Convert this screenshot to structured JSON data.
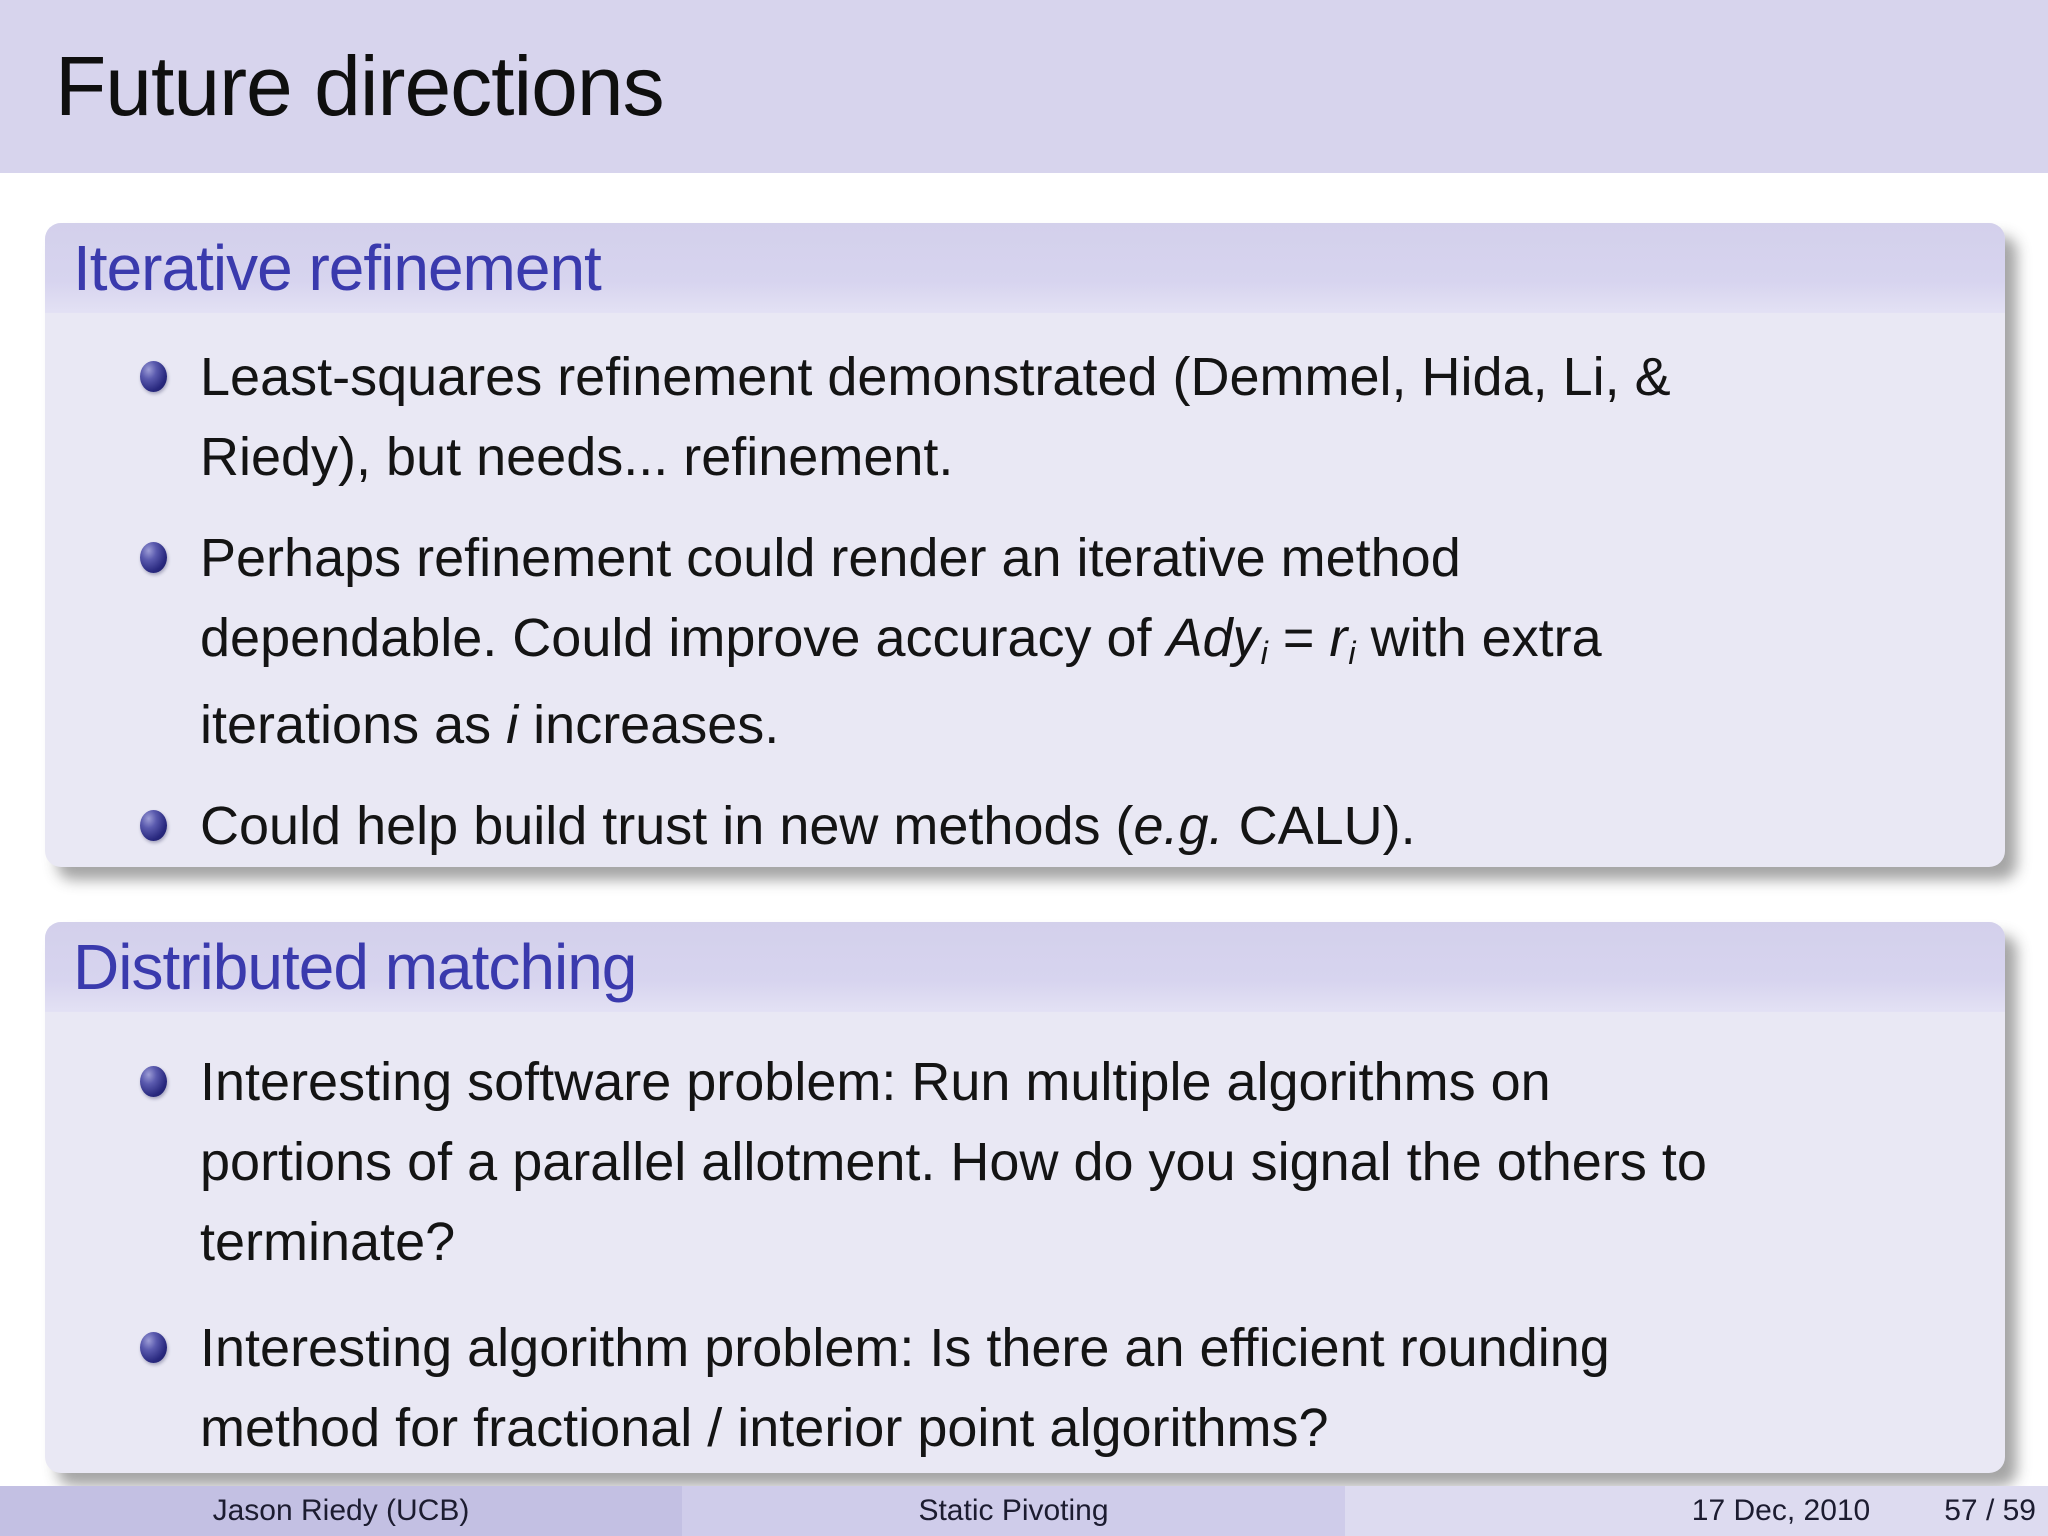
{
  "title": "Future directions",
  "blocks": [
    {
      "title": "Iterative refinement",
      "bullets": [
        {
          "lines": {
            "l1": "Least-squares refinement demonstrated (Demmel, Hida, Li, &",
            "l2": "Riedy), but needs... refinement."
          }
        },
        {
          "lines": {
            "l1": "Perhaps refinement could render an iterative method",
            "l2a": "dependable. Could improve accuracy of ",
            "l2m1": "Ady",
            "l2s1": "i",
            "l2b": " = ",
            "l2m2": "r",
            "l2s2": "i",
            "l2c": " with extra",
            "l3a": "iterations as ",
            "l3m": "i",
            "l3b": " increases."
          }
        },
        {
          "lines": {
            "l1a": "Could help build trust in new methods (",
            "l1m": "e.g.",
            "l1b": " CALU)."
          }
        }
      ]
    },
    {
      "title": "Distributed matching",
      "bullets": [
        {
          "lines": {
            "l1": "Interesting software problem: Run multiple algorithms on",
            "l2": "portions of a parallel allotment. How do you signal the others to",
            "l3": "terminate?"
          }
        },
        {
          "lines": {
            "l1": "Interesting algorithm problem: Is there an efficient rounding",
            "l2": "method for fractional / interior point algorithms?"
          }
        }
      ]
    }
  ],
  "footer": {
    "author": "Jason Riedy (UCB)",
    "deck_title": "Static Pivoting",
    "date": "17 Dec, 2010",
    "page": "57 / 59"
  },
  "colors": {
    "title_bar_bg": "#d7d4ed",
    "block_header_bg": "#d5d2ec",
    "block_body_bg": "#e9e8f4",
    "block_title_text": "#3a3aad",
    "bullet_sphere": "#28287e",
    "footer_bg_left": "#c3c0e3",
    "footer_bg_mid": "#cfccea",
    "footer_bg_right": "#dddbf0"
  }
}
